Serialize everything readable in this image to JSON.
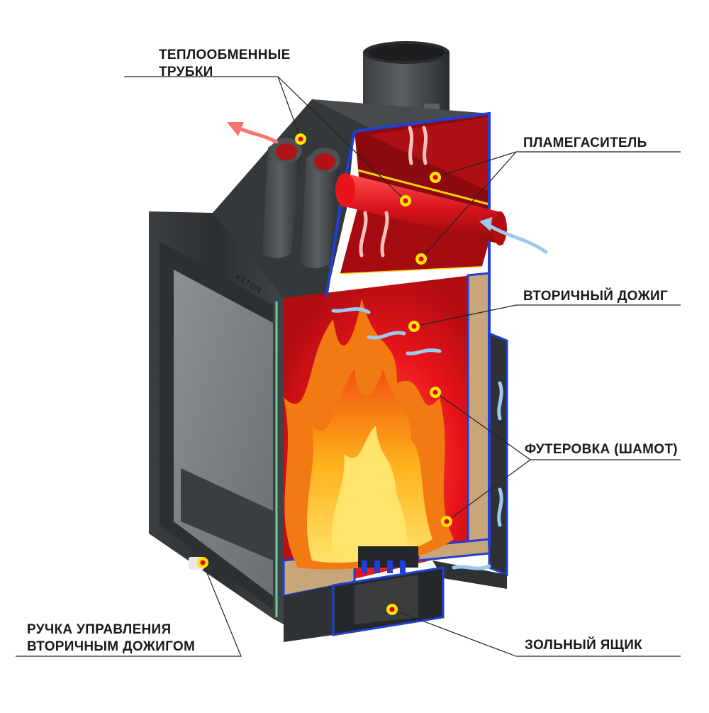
{
  "brand": "ASTON",
  "labels": {
    "heat_tubes": {
      "line1": "ТЕПЛООБМЕННЫЕ",
      "line2": "ТРУБКИ"
    },
    "flame_arrester": "ПЛАМЕГАСИТЕЛЬ",
    "secondary_burn": "ВТОРИЧНЫЙ ДОЖИГ",
    "lining": "ФУТЕРОВКА (ШАМОТ)",
    "control_handle": {
      "line1": "РУЧКА УПРАВЛЕНИЯ",
      "line2": "ВТОРИЧНЫМ ДОЖИГОМ"
    },
    "ash_box": "ЗОЛЬНЫЙ ЯЩИК"
  },
  "colors": {
    "steel": "#2f3336",
    "steel_light": "#4a4f53",
    "chamber_red": "#e8141a",
    "lining_tan": "#c8a67a",
    "cut_edge": "#1f3fd6",
    "marker_yellow": "#ffe600",
    "marker_red": "#e3001b",
    "flame_yellow": "#ffd23a",
    "flame_orange": "#f27a12",
    "air_blue": "#9ec9ee"
  }
}
